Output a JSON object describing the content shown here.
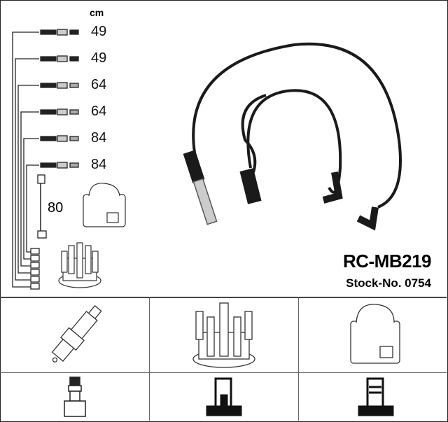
{
  "diagram": {
    "unit_label": "cm",
    "cable_lengths": [
      "49",
      "49",
      "64",
      "64",
      "84",
      "84"
    ],
    "coil_cable_length": "80",
    "product_code": "RC-MB219",
    "stock_number": "Stock-No. 0754",
    "components_top_row": [
      "spark-plug",
      "distributor-cap",
      "ignition-coil"
    ],
    "components_bottom_row": [
      "spark-plug-terminal",
      "distributor-terminal",
      "coil-terminal"
    ]
  }
}
